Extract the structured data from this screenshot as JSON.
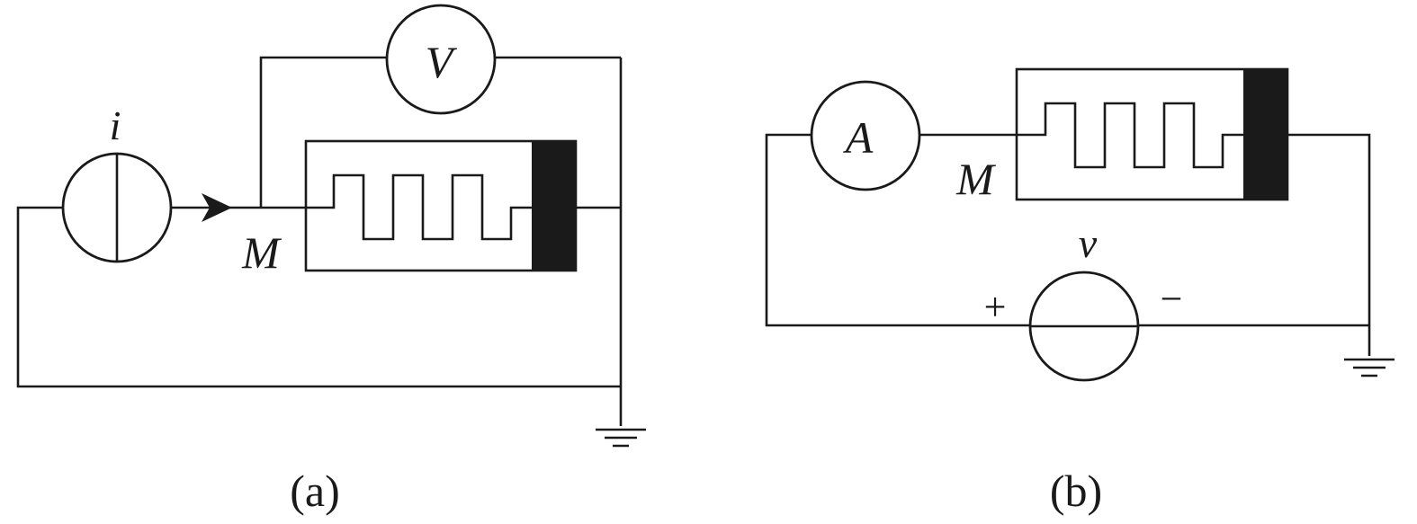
{
  "panel_a": {
    "caption": "(a)",
    "source_label": "i",
    "meter_label": "V",
    "device_label": "M"
  },
  "panel_b": {
    "caption": "(b)",
    "source_label": "v",
    "meter_label": "A",
    "device_label": "M",
    "plus_sign": "+",
    "minus_sign": "−"
  },
  "colors": {
    "ink": "#1a1a1a",
    "background": "#ffffff"
  }
}
